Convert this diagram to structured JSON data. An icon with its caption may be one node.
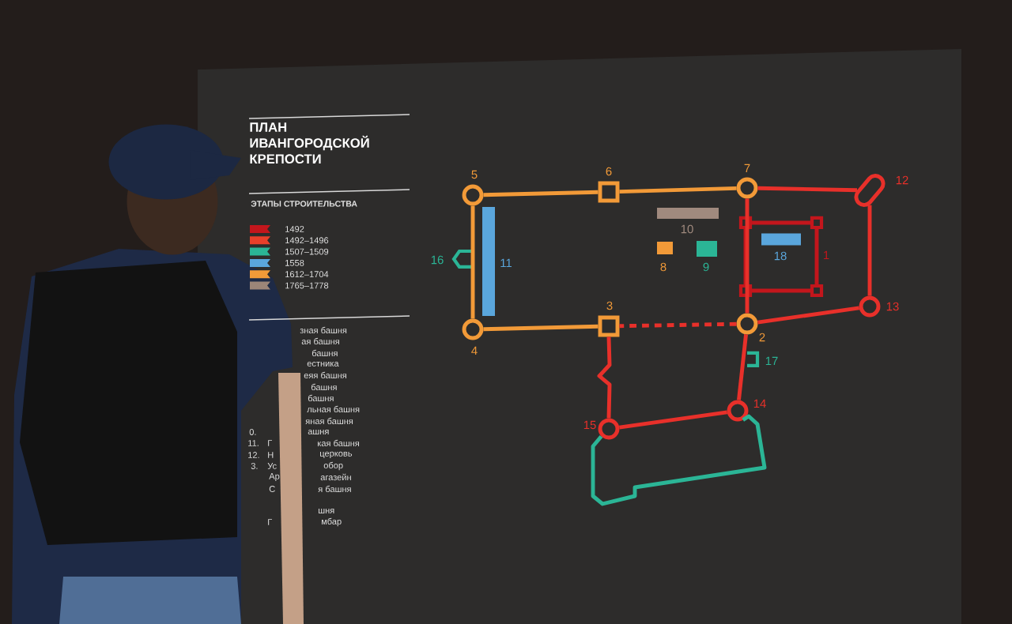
{
  "diagram": {
    "title": "ПЛАН ИВАНГОРОДСКОЙ КРЕПОСТИ",
    "nodes": [
      {
        "text": [],
        "shape": "circle",
        "beside": [
          "5"
        ]
      },
      {
        "text": [],
        "shape": "box",
        "beside": [
          "6"
        ]
      },
      {
        "text": [],
        "shape": "circle",
        "beside": [
          "7"
        ]
      },
      {
        "text": [],
        "shape": "oval",
        "beside": [
          "12"
        ]
      },
      {
        "text": [],
        "shape": "circle",
        "beside": [
          "13"
        ]
      },
      {
        "text": [],
        "shape": "circle",
        "beside": [
          "2"
        ]
      },
      {
        "text": [],
        "shape": "box",
        "beside": [
          "3"
        ]
      },
      {
        "text": [],
        "shape": "circle",
        "beside": [
          "4"
        ]
      },
      {
        "text": [],
        "shape": "circle",
        "beside": [
          "14"
        ]
      },
      {
        "text": [],
        "shape": "circle",
        "beside": [
          "15"
        ]
      },
      {
        "text": [],
        "shape": "box",
        "beside": [
          "1"
        ]
      },
      {
        "text": [],
        "shape": "bar",
        "beside": [
          "10"
        ]
      },
      {
        "text": [],
        "shape": "box",
        "beside": [
          "8"
        ]
      },
      {
        "text": [],
        "shape": "box",
        "beside": [
          "9"
        ]
      },
      {
        "text": [],
        "shape": "bar",
        "beside": [
          "18"
        ],
        "in": 10
      },
      {
        "text": [],
        "shape": "bar",
        "beside": [
          "11"
        ]
      },
      {
        "text": [],
        "shape": "bracket",
        "beside": [
          "16"
        ]
      },
      {
        "text": [],
        "shape": "bracket",
        "beside": [
          "17"
        ]
      }
    ],
    "edges": [
      {
        "from": 0,
        "to": 1,
        "arrow": "none",
        "color": "#f29a38"
      },
      {
        "from": 1,
        "to": 2,
        "arrow": "none",
        "color": "#f29a38"
      },
      {
        "from": 2,
        "to": 3,
        "arrow": "none"
      },
      {
        "from": 3,
        "to": 4,
        "arrow": "none"
      },
      {
        "from": 4,
        "to": 5,
        "arrow": "none"
      },
      {
        "from": 5,
        "to": 6,
        "arrow": "none",
        "style": "dashed"
      },
      {
        "from": 6,
        "to": 7,
        "arrow": "none",
        "color": "#f29a38"
      },
      {
        "from": 7,
        "to": 0,
        "arrow": "none",
        "color": "#f29a38"
      },
      {
        "from": 2,
        "to": 5,
        "arrow": "none"
      },
      {
        "from": 6,
        "to": 9,
        "arrow": "none"
      },
      {
        "from": 5,
        "to": 8,
        "arrow": "none"
      },
      {
        "from": 8,
        "to": 9,
        "arrow": "none"
      },
      {
        "from": 9,
        "to": 8,
        "arrow": "none",
        "color": "#2bb596"
      }
    ],
    "labels": [
      "ЭТАПЫ СТРОИТЕЛЬСТВА",
      "зная башня",
      "ая башня",
      "башня",
      "естника",
      "еяя башня",
      "башня",
      "башня",
      "льная башня",
      "яная башня",
      "0.",
      "ашня",
      "11.",
      "Г",
      "кая башня",
      "12.",
      "Н",
      "церковь",
      "3.",
      "Ус",
      "обор",
      "Ар",
      "агазейн",
      "С",
      "я башня",
      "шня",
      "Г",
      "мбар"
    ],
    "legend": [
      {
        "text": "1492",
        "color": "#c3161c"
      },
      {
        "text": "1492–1496",
        "color": "#e8402a"
      },
      {
        "text": "1507–1509",
        "color": "#2bb596"
      },
      {
        "text": "1558",
        "color": "#5aa6dc"
      },
      {
        "text": "1612–1704",
        "color": "#f29a38"
      },
      {
        "text": "1765–1778",
        "color": "#9c8578"
      }
    ]
  }
}
